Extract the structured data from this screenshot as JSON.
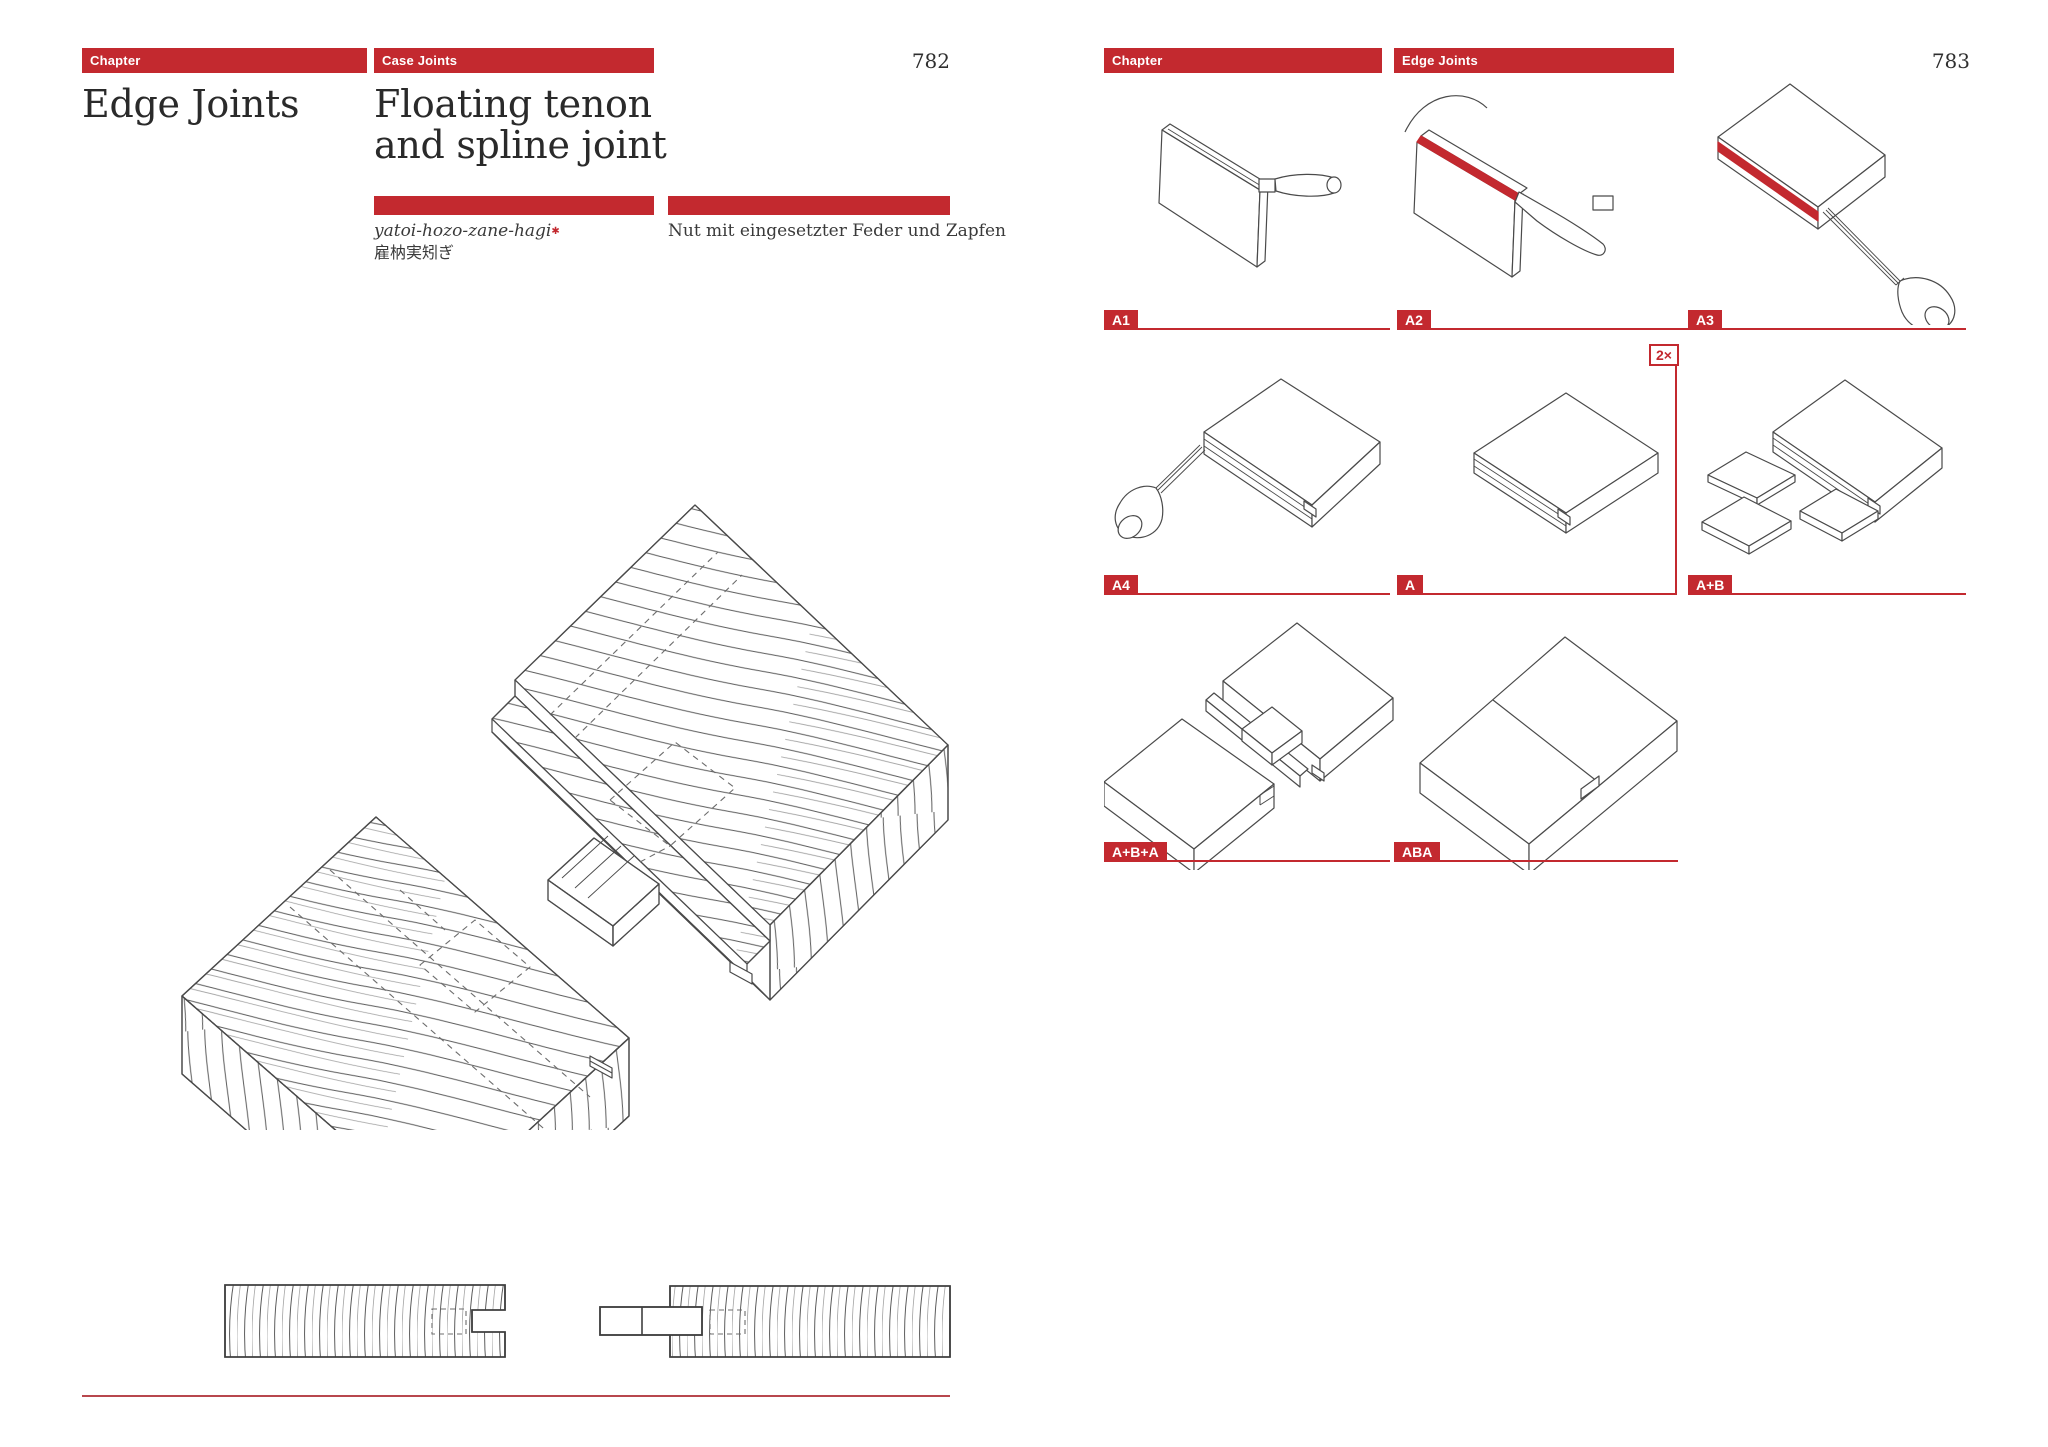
{
  "colors": {
    "accent": "#c3292f"
  },
  "left_page": {
    "tag_chapter": "Chapter",
    "tag_section": "Case Joints",
    "page_number": "782",
    "chapter_title": "Edge Joints",
    "joint_title_line1": "Floating tenon",
    "joint_title_line2": "and spline joint",
    "romaji": "yatoi-hozo-zane-hagi",
    "romaji_marker": "✱",
    "japanese": "雇枘実矧ぎ",
    "german": "Nut mit eingesetzter Feder und Zapfen"
  },
  "right_page": {
    "tag_chapter": "Chapter",
    "tag_section": "Edge Joints",
    "page_number": "783",
    "multiplier": "2×",
    "steps": [
      {
        "label": "A1"
      },
      {
        "label": "A2"
      },
      {
        "label": "A3"
      },
      {
        "label": "A4"
      },
      {
        "label": "A"
      },
      {
        "label": "A+B"
      },
      {
        "label": "A+B+A"
      },
      {
        "label": "ABA"
      }
    ]
  }
}
